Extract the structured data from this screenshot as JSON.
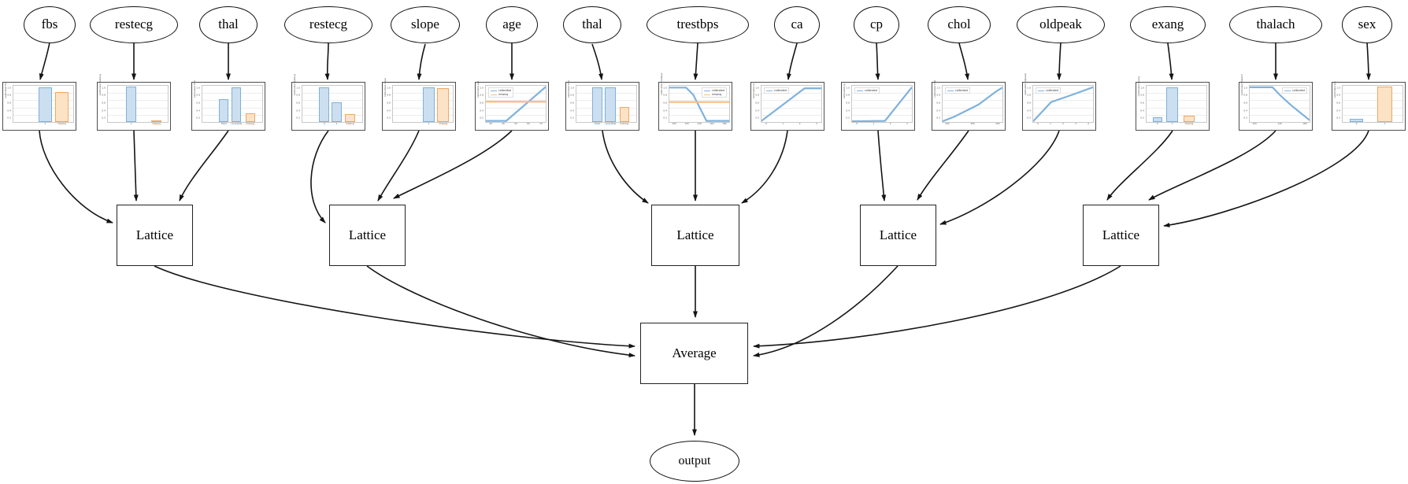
{
  "diagram_type": "lattice-ensemble-model-graph",
  "colors": {
    "bar_blue_fill": "#cbdff0",
    "bar_blue_edge": "#7fb0d8",
    "bar_orange_fill": "#fde3c6",
    "bar_orange_edge": "#f2a65f",
    "line_blue": "#7fb2dc",
    "line_orange": "#f9bd80",
    "edge_stroke": "#141414",
    "node_border": "#111111",
    "background": "#ffffff"
  },
  "average": {
    "label": "Average"
  },
  "output": {
    "label": "output"
  },
  "lattice_label": "Lattice",
  "lattices": [
    {
      "label": "Lattice",
      "inputs": [
        "fbs",
        "restecg",
        "thal"
      ]
    },
    {
      "label": "Lattice",
      "inputs": [
        "restecg",
        "slope",
        "age"
      ]
    },
    {
      "label": "Lattice",
      "inputs": [
        "thal",
        "trestbps",
        "ca"
      ]
    },
    {
      "label": "Lattice",
      "inputs": [
        "cp",
        "chol",
        "oldpeak"
      ]
    },
    {
      "label": "Lattice",
      "inputs": [
        "exang",
        "thalach",
        "sex"
      ]
    }
  ],
  "features": [
    {
      "name": "fbs",
      "chart": {
        "type": "bar",
        "ylabel": "calibrated fbs",
        "yticks": [
          "1.0",
          "0.8",
          "0.6",
          "0.4",
          "0.2"
        ],
        "bars": [
          {
            "color": "blue",
            "value": 0.95,
            "x": 0.42,
            "w": 0.22,
            "label": "1"
          },
          {
            "color": "orange",
            "value": 0.82,
            "x": 0.7,
            "w": 0.22,
            "label": "missing"
          }
        ]
      }
    },
    {
      "name": "restecg",
      "chart": {
        "type": "bar",
        "ylabel": "calibrated restecg",
        "yticks": [
          "1.0",
          "0.8",
          "0.6",
          "0.4",
          "0.2"
        ],
        "bars": [
          {
            "color": "blue",
            "value": 0.97,
            "x": 0.3,
            "w": 0.18,
            "label": "1"
          },
          {
            "color": "orange",
            "value": 0.05,
            "x": 0.72,
            "w": 0.18,
            "label": "missing"
          }
        ]
      }
    },
    {
      "name": "thal",
      "chart": {
        "type": "bar",
        "ylabel": "calibrated thal",
        "yticks": [
          "1.0",
          "0.8",
          "0.6",
          "0.4",
          "0.2"
        ],
        "bars": [
          {
            "color": "blue",
            "value": 0.62,
            "x": 0.28,
            "w": 0.16,
            "label": "fixed"
          },
          {
            "color": "blue",
            "value": 0.95,
            "x": 0.49,
            "w": 0.16,
            "label": "reversible"
          },
          {
            "color": "orange",
            "value": 0.25,
            "x": 0.72,
            "w": 0.16,
            "label": "missing"
          }
        ]
      }
    },
    {
      "name": "restecg",
      "chart": {
        "type": "bar",
        "ylabel": "calibrated restecg",
        "yticks": [
          "1.0",
          "0.8",
          "0.6",
          "0.4",
          "0.2"
        ],
        "bars": [
          {
            "color": "blue",
            "value": 0.95,
            "x": 0.28,
            "w": 0.17,
            "label": "0"
          },
          {
            "color": "blue",
            "value": 0.55,
            "x": 0.49,
            "w": 0.17,
            "label": "1"
          },
          {
            "color": "orange",
            "value": 0.22,
            "x": 0.71,
            "w": 0.17,
            "label": "missing"
          }
        ]
      }
    },
    {
      "name": "slope",
      "chart": {
        "type": "bar",
        "ylabel": "calibrated slope",
        "yticks": [
          "1.0",
          "0.8",
          "0.6",
          "0.4",
          "0.2"
        ],
        "bars": [
          {
            "color": "blue",
            "value": 0.95,
            "x": 0.5,
            "w": 0.2,
            "label": "1"
          },
          {
            "color": "orange",
            "value": 0.94,
            "x": 0.74,
            "w": 0.2,
            "label": "missing"
          }
        ]
      }
    },
    {
      "name": "age",
      "chart": {
        "type": "line",
        "ylabel": "calibrated age",
        "yticks": [
          "1.0",
          "0.8",
          "0.6",
          "0.4",
          "0.2"
        ],
        "xticks": [
          "30",
          "40",
          "50",
          "60",
          "70"
        ],
        "legend_pos": "tl",
        "lines": [
          {
            "name": "calibrated",
            "color": "blue",
            "points": [
              [
                0,
                0.03
              ],
              [
                0.34,
                0.03
              ],
              [
                1,
                0.97
              ]
            ]
          },
          {
            "name": "missing",
            "color": "orange",
            "points": [
              [
                0,
                0.56
              ],
              [
                1,
                0.56
              ]
            ]
          }
        ]
      }
    },
    {
      "name": "thal",
      "chart": {
        "type": "bar",
        "ylabel": "calibrated thal",
        "yticks": [
          "1.0",
          "0.8",
          "0.6",
          "0.4",
          "0.2"
        ],
        "bars": [
          {
            "color": "blue",
            "value": 0.95,
            "x": 0.26,
            "w": 0.18,
            "label": "fixed"
          },
          {
            "color": "blue",
            "value": 0.95,
            "x": 0.48,
            "w": 0.18,
            "label": "reversible"
          },
          {
            "color": "orange",
            "value": 0.42,
            "x": 0.72,
            "w": 0.16,
            "label": "missing"
          }
        ]
      }
    },
    {
      "name": "trestbps",
      "chart": {
        "type": "line",
        "ylabel": "calibrated trestbps",
        "yticks": [
          "1.0",
          "0.8",
          "0.6",
          "0.4",
          "0.2"
        ],
        "xticks": [
          "100",
          "120",
          "140",
          "160",
          "180"
        ],
        "legend_pos": "tr",
        "lines": [
          {
            "name": "calibrated",
            "color": "blue",
            "points": [
              [
                0,
                0.95
              ],
              [
                0.28,
                0.95
              ],
              [
                0.4,
                0.75
              ],
              [
                0.62,
                0.03
              ],
              [
                1,
                0.03
              ]
            ]
          },
          {
            "name": "missing",
            "color": "orange",
            "points": [
              [
                0,
                0.55
              ],
              [
                1,
                0.55
              ]
            ]
          }
        ]
      }
    },
    {
      "name": "ca",
      "chart": {
        "type": "line",
        "ylabel": "calibrated ca",
        "yticks": [
          "1.0",
          "0.8",
          "0.6",
          "0.4",
          "0.2"
        ],
        "xticks": [
          "0",
          "1",
          "2",
          "3"
        ],
        "legend_pos": "tl",
        "lines": [
          {
            "name": "calibrated",
            "color": "blue",
            "points": [
              [
                0,
                0.03
              ],
              [
                0.72,
                0.93
              ],
              [
                1,
                0.93
              ]
            ]
          }
        ]
      }
    },
    {
      "name": "cp",
      "chart": {
        "type": "line",
        "ylabel": "calibrated cp",
        "yticks": [
          "1.0",
          "0.8",
          "0.6",
          "0.4",
          "0.2"
        ],
        "xticks": [
          "0",
          "1",
          "2",
          "3"
        ],
        "legend_pos": "tl",
        "lines": [
          {
            "name": "calibrated",
            "color": "blue",
            "points": [
              [
                0,
                0.02
              ],
              [
                0.55,
                0.03
              ],
              [
                1,
                0.96
              ]
            ]
          }
        ]
      }
    },
    {
      "name": "chol",
      "chart": {
        "type": "line",
        "ylabel": "calibrated chol",
        "yticks": [
          "1.0",
          "0.8",
          "0.6",
          "0.4",
          "0.2"
        ],
        "xticks": [
          "200",
          "300",
          "400"
        ],
        "legend_pos": "tl",
        "lines": [
          {
            "name": "calibrated",
            "color": "blue",
            "points": [
              [
                0,
                0.02
              ],
              [
                0.2,
                0.15
              ],
              [
                0.6,
                0.48
              ],
              [
                0.9,
                0.85
              ],
              [
                1,
                0.95
              ]
            ]
          }
        ]
      }
    },
    {
      "name": "oldpeak",
      "chart": {
        "type": "line",
        "ylabel": "calibrated oldpeak",
        "yticks": [
          "1.0",
          "0.8",
          "0.6",
          "0.4",
          "0.2"
        ],
        "xticks": [
          "0",
          "1",
          "2",
          "3",
          "4"
        ],
        "legend_pos": "tl",
        "lines": [
          {
            "name": "calibrated",
            "color": "blue",
            "points": [
              [
                0,
                0.02
              ],
              [
                0.3,
                0.55
              ],
              [
                0.65,
                0.75
              ],
              [
                1,
                0.96
              ]
            ]
          }
        ]
      }
    },
    {
      "name": "exang",
      "chart": {
        "type": "bar",
        "ylabel": "calibrated exang",
        "yticks": [
          "1.0",
          "0.8",
          "0.6",
          "0.4",
          "0.2"
        ],
        "bars": [
          {
            "color": "blue",
            "value": 0.12,
            "x": 0.1,
            "w": 0.16,
            "label": "0"
          },
          {
            "color": "blue",
            "value": 0.95,
            "x": 0.33,
            "w": 0.2,
            "label": "1"
          },
          {
            "color": "orange",
            "value": 0.18,
            "x": 0.62,
            "w": 0.18,
            "label": "missing"
          }
        ]
      }
    },
    {
      "name": "thalach",
      "chart": {
        "type": "line",
        "ylabel": "calibrated thalach",
        "yticks": [
          "1.0",
          "0.8",
          "0.6",
          "0.4",
          "0.2"
        ],
        "xticks": [
          "100",
          "140",
          "180"
        ],
        "legend_pos": "tr",
        "lines": [
          {
            "name": "calibrated",
            "color": "blue",
            "points": [
              [
                0,
                0.96
              ],
              [
                0.38,
                0.96
              ],
              [
                0.52,
                0.72
              ],
              [
                0.7,
                0.45
              ],
              [
                0.85,
                0.25
              ],
              [
                1,
                0.05
              ]
            ]
          }
        ]
      }
    },
    {
      "name": "sex",
      "chart": {
        "type": "bar",
        "ylabel": "calibrated sex",
        "yticks": [
          "1.0",
          "0.8",
          "0.6",
          "0.4",
          "0.2"
        ],
        "bars": [
          {
            "color": "blue",
            "value": 0.08,
            "x": 0.12,
            "w": 0.22,
            "label": "0"
          },
          {
            "color": "orange",
            "value": 0.97,
            "x": 0.58,
            "w": 0.25,
            "label": "1"
          }
        ]
      }
    }
  ]
}
